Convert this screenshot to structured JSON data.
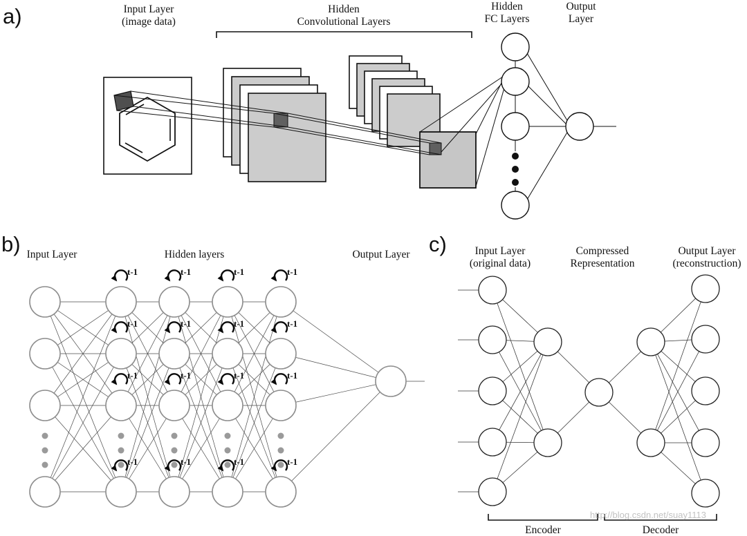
{
  "watermark": "http://blog.csdn.net/suay1113",
  "colors": {
    "sheet_gray": "#cccccc",
    "dark_square": "#4f4f4f",
    "gray_node_stroke": "#8d8d8d",
    "watermark_gray": "#c2c2c2"
  },
  "panel_a": {
    "panel_label": "a)",
    "input_label_1": "Input Layer",
    "input_label_2": "(image data)",
    "conv_label_1": "Hidden",
    "conv_label_2": "Convolutional Layers",
    "fc_label_1": "Hidden",
    "fc_label_2": "FC Layers",
    "output_label_1": "Output",
    "output_label_2": "Layer"
  },
  "panel_b": {
    "panel_label": "b)",
    "input_layer_label": "Input Layer",
    "hidden_layers_label": "Hidden layers",
    "output_layer_label": "Output Layer",
    "recurrent_label": "t-1"
  },
  "panel_c": {
    "panel_label": "c)",
    "input_label_1": "Input Layer",
    "input_label_2": "(original data)",
    "compressed_label_1": "Compressed",
    "compressed_label_2": "Representation",
    "output_label_1": "Output Layer",
    "output_label_2": "(reconstruction)",
    "encoder_label": "Encoder",
    "decoder_label": "Decoder"
  }
}
